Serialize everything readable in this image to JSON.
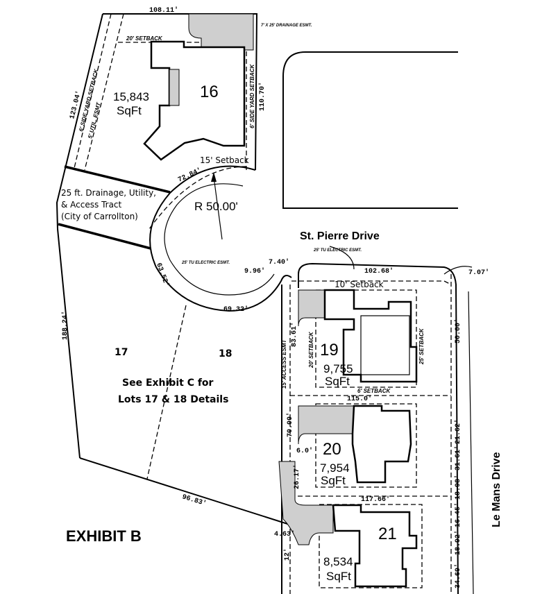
{
  "title": "EXHIBIT B",
  "streets": {
    "st_pierre": "St. Pierre Drive",
    "le_mans": "Le Mans Drive"
  },
  "notes": {
    "tract_line1": "25 ft. Drainage, Utility,",
    "tract_line2": "& Access Tract",
    "tract_line3": "(City of Carrollton)",
    "radius": "R 50.00'",
    "setback_15": "15' Setback",
    "setback_10": "10' Setback",
    "see_exhibit_line1": "See Exhibit C for",
    "see_exhibit_line2": "Lots 17 & 18 Details"
  },
  "lots": [
    {
      "number": "16",
      "area_value": "15,843",
      "area_unit": "SqFt"
    },
    {
      "number": "17"
    },
    {
      "number": "18"
    },
    {
      "number": "19",
      "area_value": "9,755",
      "area_unit": "SqFt"
    },
    {
      "number": "20",
      "area_value": "7,954",
      "area_unit": "SqFt"
    },
    {
      "number": "21",
      "area_value": "8,534",
      "area_unit": "SqFt"
    }
  ],
  "dimensions": {
    "d108": "108.11'",
    "d123": "123.04'",
    "d110": "110.70'",
    "d72": "72.84'",
    "d63": "63.52'",
    "d69": "69.32'",
    "d188": "188.24'",
    "d96": "96.83'",
    "d463": "4.63'",
    "d12": "12'",
    "d996": "9.96'",
    "d740": "7.40'",
    "d102": "102.68'",
    "d707": "7.07'",
    "d8361": "83.61'",
    "d5000": "50.00'",
    "d115": "115.0'",
    "d70": "70.00'",
    "d60": "6.0'",
    "d2617": "26.17'",
    "d117": "117.66'",
    "d2162": "21.62'",
    "d1898": "18.98' 31.61'",
    "d1645": "16.45'",
    "d1892": "18.92'",
    "d3469": "34.69'"
  },
  "annotations": {
    "drainage_esmt": "7' X 25' DRAINAGE ESMT.",
    "setback_20": "20' SETBACK",
    "side_yard_left": "6' SIDE YARD SETBACK",
    "util_esmt": "5' UTIL. ESMT",
    "side_yard_right": "6' SIDE YARD SETBACK",
    "electric_esmt_1": "25' TU ELECTRIC ESMT.",
    "electric_esmt_2": "25' TU ELECTRIC ESMT.",
    "access_esmt": "15' ACCESS ESMT",
    "setback_6": "6' SETBACK",
    "setback_20_side": "20' SETBACK",
    "setback_25": "25' SETBACK"
  }
}
